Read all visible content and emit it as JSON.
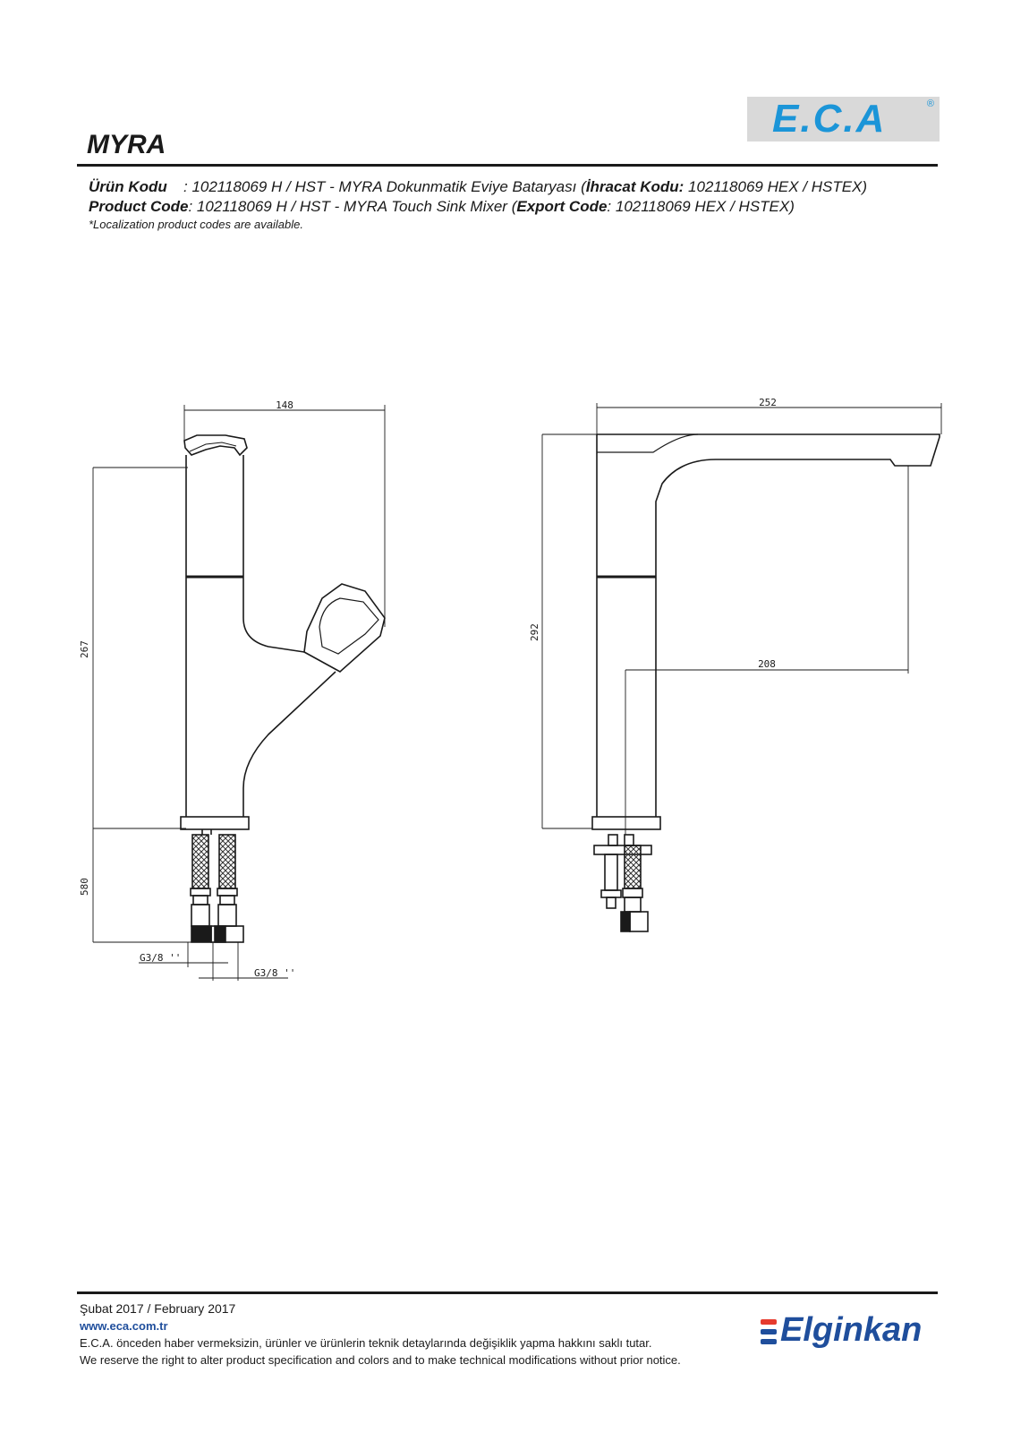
{
  "logo": {
    "text": "E.C.A",
    "reg": "®",
    "color": "#1b95d8"
  },
  "title": "MYRA",
  "product": {
    "tr_label": "Ürün Kodu",
    "tr_text": ": 102118069 H / HST - MYRA Dokunmatik Eviye Bataryası (",
    "tr_export_label": "İhracat Kodu:",
    "tr_export_text": " 102118069 HEX / HSTEX)",
    "en_label": "Product Code",
    "en_text": ": 102118069 H / HST - MYRA Touch Sink Mixer (",
    "en_export_label": "Export Code",
    "en_export_text": ": 102118069 HEX / HSTEX)",
    "note": "*Localization product codes are available."
  },
  "drawing": {
    "left_view": {
      "width": "148",
      "height": "267",
      "hose": "580",
      "thread_left": "G3/8 ''",
      "thread_right": "G3/8 ''"
    },
    "right_view": {
      "width": "252",
      "height": "292",
      "reach": "208"
    }
  },
  "footer": {
    "date": "Şubat 2017 / February 2017",
    "url": "www.eca.com.tr",
    "tr_notice": "E.C.A. önceden haber vermeksizin, ürünler ve ürünlerin teknik detaylarında değişiklik yapma hakkını saklı tutar.",
    "en_notice": "We reserve the right to alter product specification and colors and to make technical modifications without prior notice."
  },
  "brand": {
    "name": "Elginkan",
    "color": "#1f4e9c",
    "accent": "#e63b2e"
  }
}
